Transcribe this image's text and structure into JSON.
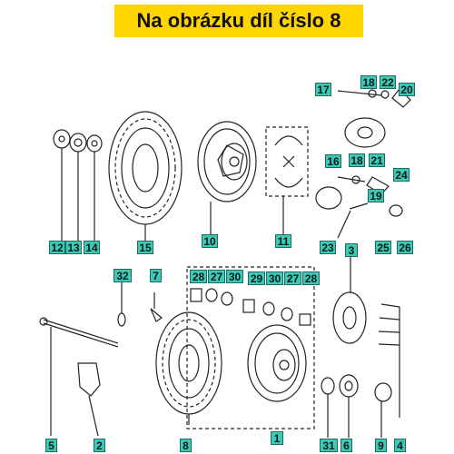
{
  "banner": {
    "text": "Na obrázku díl číslo 8",
    "color": "#ffd500"
  },
  "callout_color": "#3dc9b6",
  "callouts": [
    "17",
    "18",
    "22",
    "20",
    "16",
    "18",
    "21",
    "24",
    "19",
    "12",
    "13",
    "14",
    "15",
    "10",
    "11",
    "23",
    "25",
    "26",
    "3",
    "32",
    "7",
    "28",
    "27",
    "30",
    "29",
    "30",
    "27",
    "28",
    "1",
    "4",
    "5",
    "2",
    "8",
    "31",
    "6",
    "9"
  ]
}
